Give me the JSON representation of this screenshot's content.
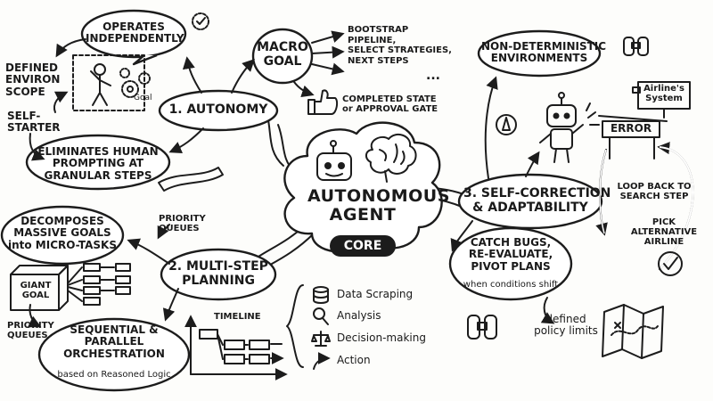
{
  "center": {
    "title_line1": "AUTONOMOUS",
    "title_line2": "AGENT",
    "badge": "CORE"
  },
  "autonomy": {
    "title": "1. AUTONOMY",
    "operates": [
      "OPERATES",
      "INDEPENDENTLY"
    ],
    "environ": [
      "DEFINED",
      "ENVIRON",
      "SCOPE"
    ],
    "starter": [
      "SELF-",
      "STARTER"
    ],
    "eliminates": [
      "ELIMINATES HUMAN",
      "PROMPTING AT",
      "GRANULAR STEPS"
    ],
    "goal_tag": "Goal",
    "macro_goal": [
      "MACRO",
      "GOAL"
    ],
    "macro_items": [
      "BOOTSTRAP",
      "PIPELINE,",
      "SELECT STRATEGIES,",
      "NEXT STEPS"
    ],
    "ellipsis": "...",
    "completed": [
      "COMPLETED STATE",
      "or APPROVAL GATE"
    ]
  },
  "planning": {
    "title": [
      "2. MULTI-STEP",
      "PLANNING"
    ],
    "decomposes": [
      "DECOMPOSES",
      "MASSIVE GOALS",
      "into MICRO-TASKS"
    ],
    "priority_top": [
      "PRIORITY",
      "QUEUES"
    ],
    "priority_bottom": [
      "PRIORITY",
      "QUEUES"
    ],
    "giant_goal": [
      "GIANT",
      "GOAL"
    ],
    "orchestration": [
      "SEQUENTIAL &",
      "PARALLEL",
      "ORCHESTRATION"
    ],
    "orchestration_sub": "based on Reasoned Logic",
    "timeline": "TIMELINE",
    "steps": [
      "Data Scraping",
      "Analysis",
      "Decision-making",
      "Action"
    ]
  },
  "self_correction": {
    "title": [
      "3. SELF-CORRECTION",
      "& ADAPTABILITY"
    ],
    "non_det": [
      "NON-DETERMINISTIC",
      "ENVIRONMENTS"
    ],
    "system_sign": [
      "Airline's",
      "System"
    ],
    "error": "ERROR",
    "loop_back": [
      "LOOP BACK TO",
      "SEARCH STEP"
    ],
    "pick": [
      "PICK",
      "ALTERNATIVE",
      "AIRLINE"
    ],
    "catch_bugs": [
      "CATCH BUGS,",
      "RE-EVALUATE,",
      "PIVOT PLANS"
    ],
    "catch_sub": "when conditions shift",
    "policy": [
      "defined",
      "policy limits"
    ]
  }
}
